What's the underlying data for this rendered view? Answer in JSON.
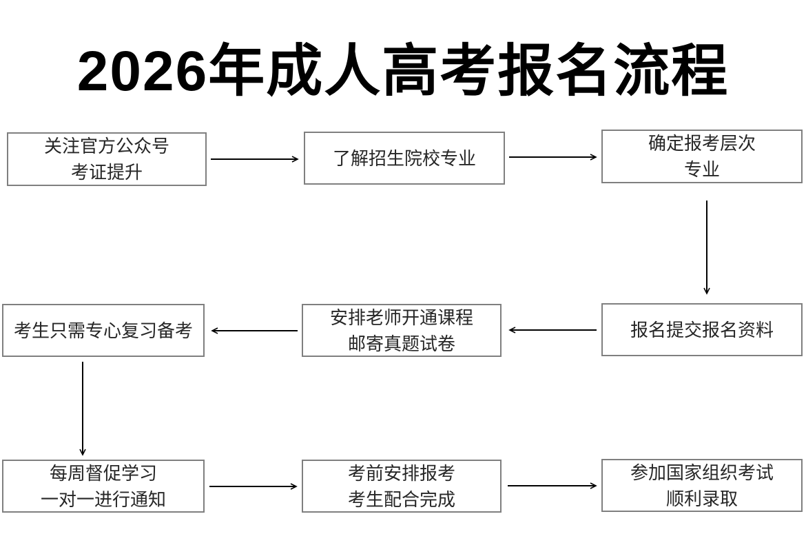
{
  "title": "2026年成人高考报名流程",
  "colors": {
    "background": "#ffffff",
    "box_border": "#7f7f7f",
    "box_text": "#262626",
    "title_text": "#000000",
    "arrow": "#000000"
  },
  "flow": {
    "nodes": [
      {
        "id": "step-1",
        "lines": [
          "关注官方公众号",
          "考证提升"
        ]
      },
      {
        "id": "step-2",
        "lines": [
          "了解招生院校专业"
        ]
      },
      {
        "id": "step-3",
        "lines": [
          "确定报考层次",
          "专业"
        ]
      },
      {
        "id": "step-4",
        "lines": [
          "报名提交报名资料"
        ]
      },
      {
        "id": "step-5",
        "lines": [
          "安排老师开通课程",
          "邮寄真题试卷"
        ]
      },
      {
        "id": "step-6",
        "lines": [
          "考生只需专心复习备考"
        ]
      },
      {
        "id": "step-7",
        "lines": [
          "每周督促学习",
          "一对一进行通知"
        ]
      },
      {
        "id": "step-8",
        "lines": [
          "考前安排报考",
          "考生配合完成"
        ]
      },
      {
        "id": "step-9",
        "lines": [
          "参加国家组织考试",
          "顺利录取"
        ]
      }
    ],
    "connections": [
      {
        "from": "step-1",
        "to": "step-2",
        "direction": "right"
      },
      {
        "from": "step-2",
        "to": "step-3",
        "direction": "right"
      },
      {
        "from": "step-3",
        "to": "step-4",
        "direction": "down"
      },
      {
        "from": "step-4",
        "to": "step-5",
        "direction": "left"
      },
      {
        "from": "step-5",
        "to": "step-6",
        "direction": "left"
      },
      {
        "from": "step-6",
        "to": "step-7",
        "direction": "down"
      },
      {
        "from": "step-7",
        "to": "step-8",
        "direction": "right"
      },
      {
        "from": "step-8",
        "to": "step-9",
        "direction": "right"
      }
    ]
  }
}
